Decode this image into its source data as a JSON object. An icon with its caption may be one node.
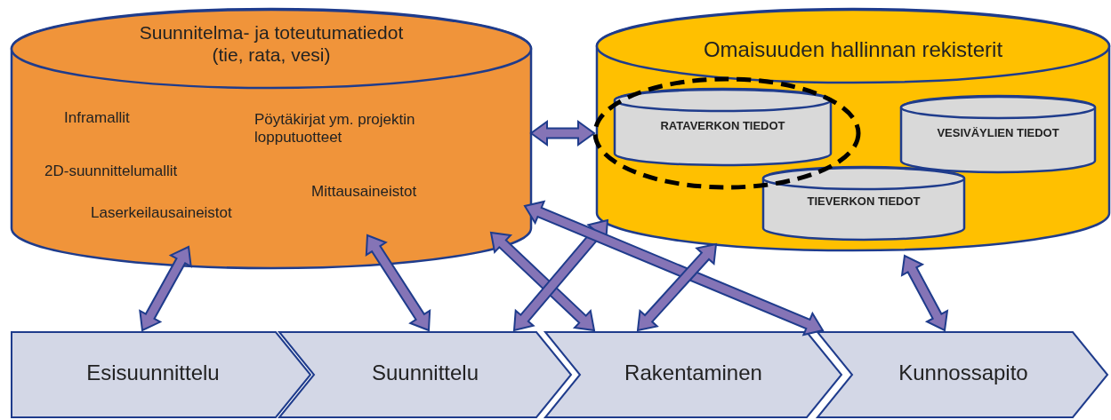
{
  "diagram": {
    "nodes": [
      {
        "text": [
          "Suunnitelma- ja toteutumatiedot (tie, rata, vesi)",
          "Inframallit",
          "Pöytäkirjat ym. projektin lopputuotteet",
          "2D-suunnittelumallit",
          "Mittausaineistot",
          "Laserkeilausaineistot"
        ]
      },
      {
        "text": [
          "Omaisuuden hallinnan rekisterit"
        ]
      },
      {
        "text": [
          "RATAVERKON TIEDOT"
        ],
        "in": 1
      },
      {
        "text": [
          "VESIVÄYLIEN TIEDOT"
        ],
        "in": 1
      },
      {
        "text": [
          "TIEVERKON TIEDOT"
        ],
        "in": 1
      },
      {
        "text": [
          "Esisuunnittelu"
        ]
      },
      {
        "text": [
          "Suunnittelu"
        ]
      },
      {
        "text": [
          "Rakentaminen"
        ]
      },
      {
        "text": [
          "Kunnossapito"
        ]
      }
    ],
    "edges": [
      {
        "from": 0,
        "to": 1,
        "arrow": "both"
      },
      {
        "from": 0,
        "to": 5,
        "arrow": "both"
      },
      {
        "from": 0,
        "to": 6,
        "arrow": "both"
      },
      {
        "from": 0,
        "to": 7,
        "arrow": "both"
      },
      {
        "from": 1,
        "to": 6,
        "arrow": "both"
      },
      {
        "from": 0,
        "to": 8,
        "arrow": "both"
      },
      {
        "from": 1,
        "to": 7,
        "arrow": "both"
      },
      {
        "from": 1,
        "to": 8,
        "arrow": "both"
      }
    ]
  }
}
